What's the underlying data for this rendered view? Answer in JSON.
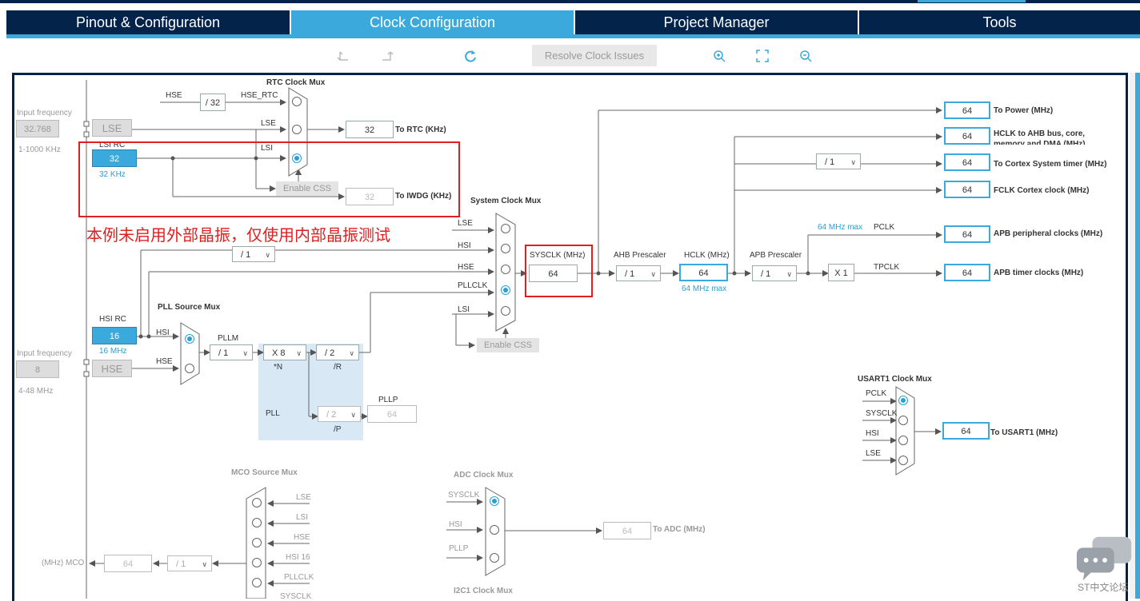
{
  "tabs": [
    {
      "label": "Pinout & Configuration",
      "active": false
    },
    {
      "label": "Clock Configuration",
      "active": true
    },
    {
      "label": "Project Manager",
      "active": false
    },
    {
      "label": "Tools",
      "active": false
    }
  ],
  "toolbar": {
    "undo_icon": "undo-icon",
    "redo_icon": "redo-icon",
    "refresh_icon": "refresh-icon",
    "resolve_label": "Resolve Clock Issues",
    "zoom_in_icon": "zoom-in-icon",
    "fit_icon": "fit-screen-icon",
    "zoom_out_icon": "zoom-out-icon"
  },
  "colors": {
    "navy": "#03234b",
    "accent": "#3ca9dc",
    "annotation_red": "#e02020"
  },
  "diagram": {
    "lse_input": {
      "caption": "Input frequency",
      "value": "32.768",
      "range": "1-1000 KHz",
      "label": "LSE"
    },
    "lsi_rc": {
      "title": "LSI RC",
      "value": "32",
      "freq": "32 KHz"
    },
    "hse_input": {
      "caption": "Input frequency",
      "value": "8",
      "range": "4-48 MHz",
      "label": "HSE"
    },
    "hsi_rc": {
      "title": "HSI RC",
      "value": "16",
      "freq": "16 MHz"
    },
    "rtc": {
      "mux_title": "RTC Clock Mux",
      "hse_label": "HSE",
      "div": "/ 32",
      "hse_rtc": "HSE_RTC",
      "lse": "LSE",
      "lsi": "LSI",
      "rtc_value": "32",
      "rtc_label": "To RTC (KHz)",
      "enable_css": "Enable CSS",
      "iwdg_value": "32",
      "iwdg_label": "To IWDG (KHz)"
    },
    "annotation": "本例未启用外部晶振，仅使用内部晶振测试",
    "sysmux": {
      "title": "System Clock Mux",
      "lse": "LSE",
      "hsi": "HSI",
      "hse": "HSE",
      "pllclk": "PLLCLK",
      "lsi": "LSI",
      "hsi_div": "/ 1",
      "enable_css": "Enable CSS"
    },
    "pll": {
      "src_title": "PLL Source Mux",
      "hsi": "HSI",
      "hse": "HSE",
      "pllm_label": "PLLM",
      "pllm": "/ 1",
      "n_value": "X 8",
      "n_label": "*N",
      "r_value": "/ 2",
      "r_label": "/R",
      "pll_label": "PLL",
      "p_value": "/ 2",
      "p_label": "/P",
      "pllp_label": "PLLP",
      "pllp_value": "64"
    },
    "sysclk": {
      "label": "SYSCLK (MHz)",
      "value": "64"
    },
    "ahb": {
      "label": "AHB Prescaler",
      "value": "/ 1"
    },
    "hclk": {
      "label": "HCLK (MHz)",
      "value": "64",
      "max": "64 MHz max"
    },
    "apb": {
      "label": "APB Prescaler",
      "value": "/ 1",
      "max": "64 MHz max",
      "pclk": "PCLK",
      "tpclk": "TPCLK",
      "mult": "X 1"
    },
    "outputs": [
      {
        "value": "64",
        "label": "To Power (MHz)"
      },
      {
        "value": "64",
        "label": "HCLK to AHB bus, core, memory and DMA (MHz)"
      },
      {
        "value": "64",
        "label": "To Cortex System timer (MHz)",
        "div": "/ 1"
      },
      {
        "value": "64",
        "label": "FCLK Cortex clock (MHz)"
      },
      {
        "value": "64",
        "label": "APB peripheral clocks (MHz)"
      },
      {
        "value": "64",
        "label": "APB timer clocks (MHz)"
      }
    ],
    "usart": {
      "title": "USART1 Clock Mux",
      "pclk": "PCLK",
      "sysclk": "SYSCLK",
      "hsi": "HSI",
      "lse": "LSE",
      "value": "64",
      "label": "To USART1 (MHz)"
    },
    "mco": {
      "title": "MCO Source Mux",
      "lse": "LSE",
      "lsi": "LSI",
      "hse": "HSE",
      "hsi16": "HSI 16",
      "pllclk": "PLLCLK",
      "sysclk": "SYSCLK",
      "out_label": "(MHz) MCO",
      "value": "64",
      "div": "/ 1"
    },
    "adc": {
      "title": "ADC Clock Mux",
      "sysclk": "SYSCLK",
      "hsi": "HSI",
      "pllp": "PLLP",
      "value": "64",
      "label": "To ADC (MHz)"
    },
    "i2c": {
      "title": "I2C1 Clock Mux"
    }
  },
  "watermark": {
    "text": "ST中文论坛",
    "icon": "chat-bubbles-icon"
  }
}
